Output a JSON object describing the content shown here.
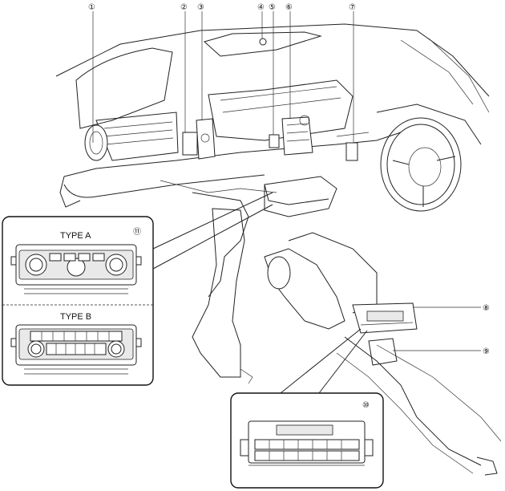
{
  "callouts": [
    {
      "id": "1",
      "label": "①"
    },
    {
      "id": "2",
      "label": "②"
    },
    {
      "id": "3",
      "label": "③"
    },
    {
      "id": "4",
      "label": "④"
    },
    {
      "id": "5",
      "label": "⑤"
    },
    {
      "id": "6",
      "label": "⑥"
    },
    {
      "id": "7",
      "label": "⑦"
    },
    {
      "id": "8",
      "label": "⑧"
    },
    {
      "id": "9",
      "label": "⑨"
    },
    {
      "id": "10",
      "label": "⑩"
    },
    {
      "id": "11",
      "label": "⑪"
    }
  ],
  "inset_controls": {
    "type_a_label": "TYPE A",
    "type_b_label": "TYPE B"
  }
}
